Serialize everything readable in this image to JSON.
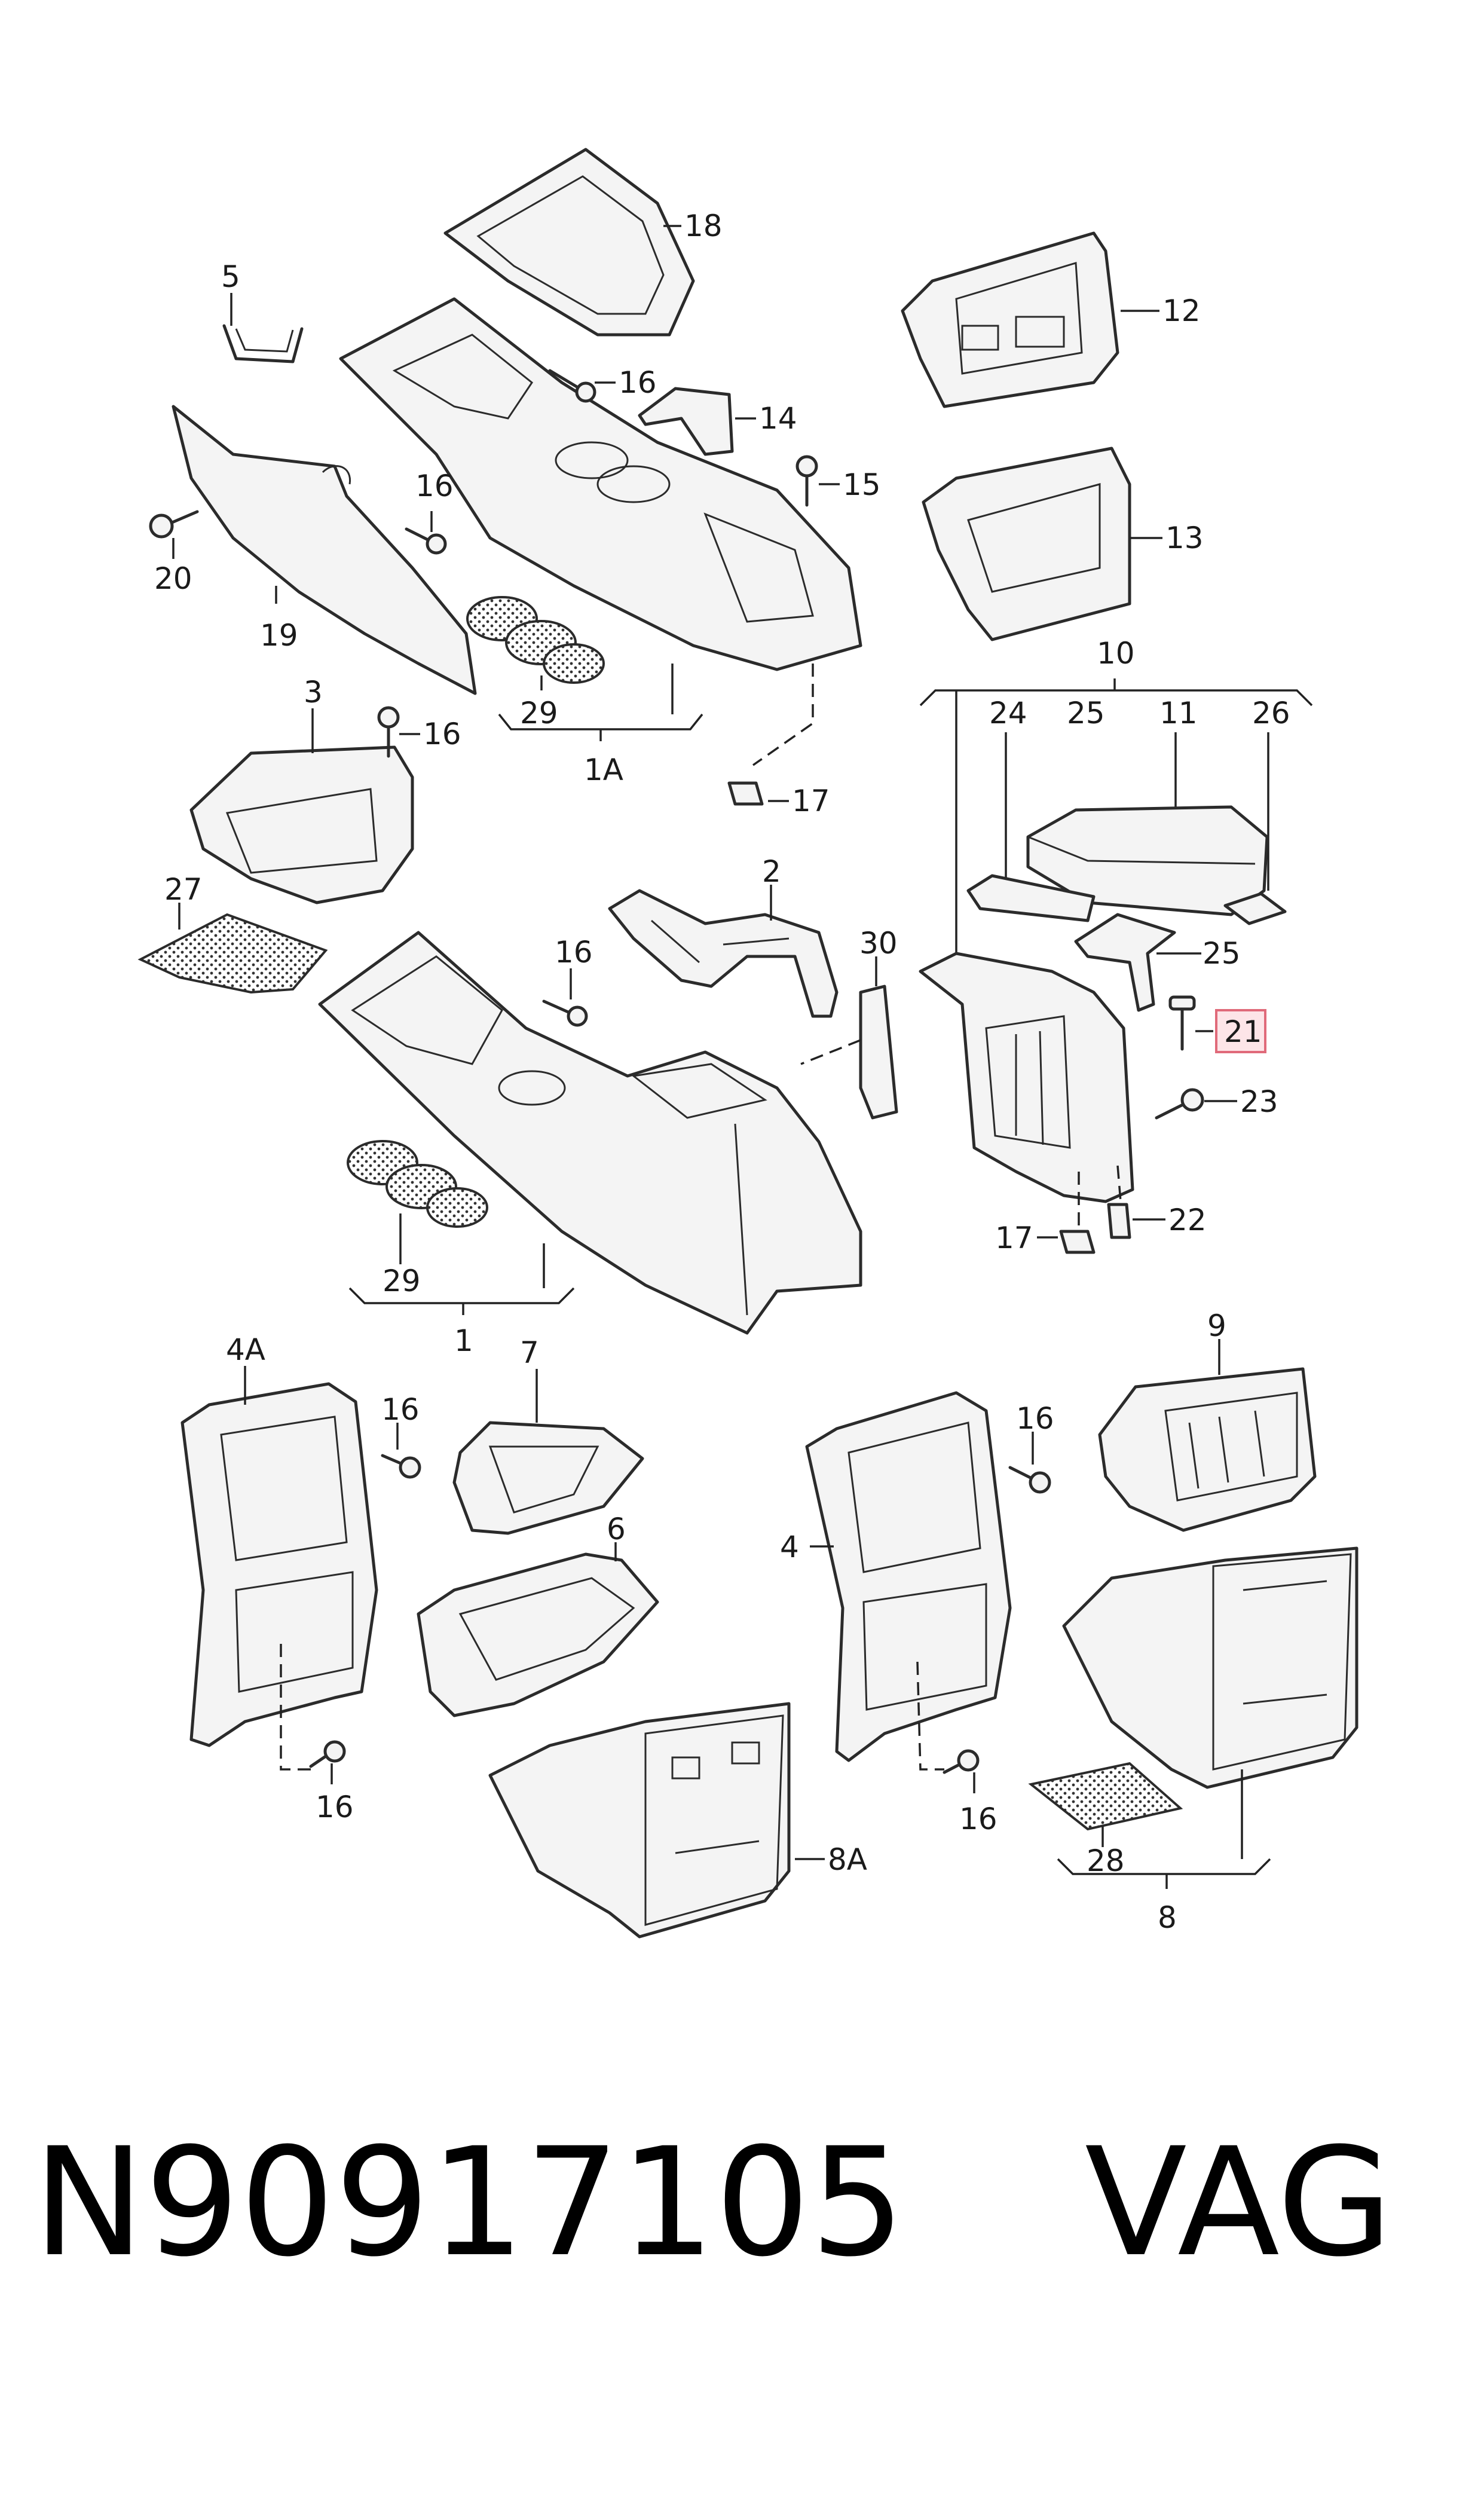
{
  "footer": {
    "part_number": "N90917105",
    "brand": "VAG"
  },
  "highlight_color": "#fde5e8",
  "callouts": {
    "c1": "1",
    "c1A": "1A",
    "c2": "2",
    "c3": "3",
    "c4": "4",
    "c4A": "4A",
    "c5": "5",
    "c6": "6",
    "c7": "7",
    "c8": "8",
    "c8A": "8A",
    "c9": "9",
    "c10": "10",
    "c11": "11",
    "c12": "12",
    "c13": "13",
    "c14": "14",
    "c15": "15",
    "c16": "16",
    "c17": "17",
    "c18": "18",
    "c19": "19",
    "c20": "20",
    "c21": "21",
    "c22": "22",
    "c23": "23",
    "c24": "24",
    "c25": "25",
    "c26": "26",
    "c27": "27",
    "c28": "28",
    "c29": "29",
    "c30": "30"
  },
  "highlighted_callout": "21"
}
